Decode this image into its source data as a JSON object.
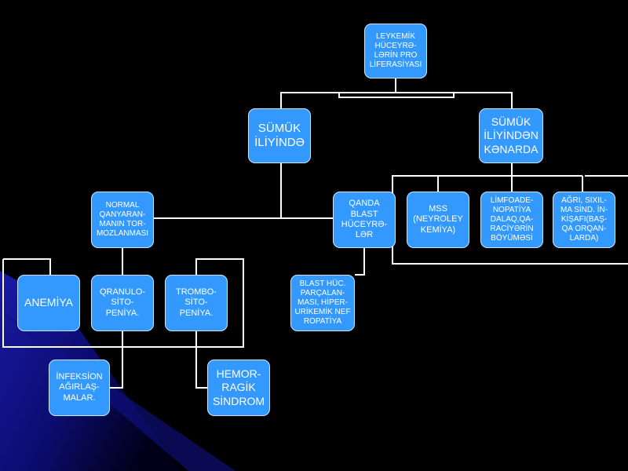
{
  "diagram": {
    "nodes": {
      "root": "LEYKEMİK\nHÜCEYRƏ-\nLƏRİN PRO\nLİFERASİYASI",
      "bone_marrow": "SÜMÜK\nİLİYİNDƏ",
      "outside_marrow": "SÜMÜK\nİLİYİNDƏN\nKƏNARDA",
      "normal_hematopoiesis": "NORMAL\nQANYARAN-\nMANIN TOR-\nMOZLANMASI",
      "blood_blast": "QANDA\nBLAST\nHÜCEYRƏ-\nLƏR",
      "cns": "MSS\n(NEYROLEY\nKEMİYA)",
      "lymphadenopathy": "LİMFOADE-\nNOPATİYA\nDALAQ,QA-\nRACİYƏRİN\nBÖYÜMƏSİ",
      "pain": "AĞRI, SIXIL-\nMA SİND. İN-\nKİŞAFI(BAŞ-\nQA ORQAN-\nLARDA)",
      "blast_breakdown": "BLAST HÜC.\nPARÇALAN-\nMASI, HİPER-\nURİKEMİK NEF\nROPATİYA",
      "anemia": "ANEMİYA",
      "granulocytopenia": "QRANULO-\nSİTO-\nPENİYA.",
      "thrombocytopenia": "TROMBO-\nSİTO-\nPENİYA.",
      "infections": "İNFEKSİON\nAĞIRLAŞ-\nMALAR.",
      "hemorrhagic": "HEMOR-\nRAGİK\nSİNDROM"
    }
  },
  "colors": {
    "background": "#000000",
    "node_fill": "#3399ff",
    "connector": "#ffffff",
    "corner_gradient": "#1a1aa6"
  }
}
